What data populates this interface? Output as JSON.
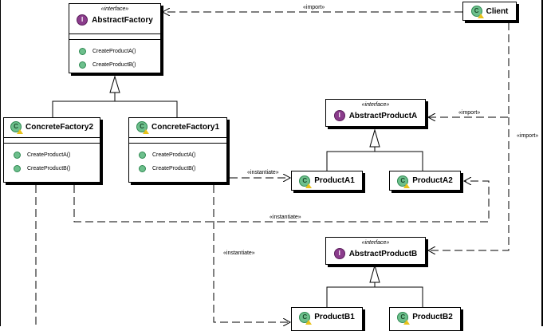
{
  "stereotype_interface": "«interface»",
  "classes": {
    "abstract_factory": {
      "name": "AbstractFactory",
      "badge": "I",
      "ops": [
        "CreateProductA()",
        "CreateProductB()"
      ]
    },
    "concrete_factory2": {
      "name": "ConcreteFactory2",
      "badge": "C",
      "ops": [
        "CreateProductA()",
        "CreateProductB()"
      ]
    },
    "concrete_factory1": {
      "name": "ConcreteFactory1",
      "badge": "C",
      "ops": [
        "CreateProductA()",
        "CreateProductB()"
      ]
    },
    "client": {
      "name": "Client",
      "badge": "C"
    },
    "abstract_product_a": {
      "name": "AbstractProductA",
      "badge": "I"
    },
    "abstract_product_b": {
      "name": "AbstractProductB",
      "badge": "I"
    },
    "product_a1": {
      "name": "ProductA1",
      "badge": "C"
    },
    "product_a2": {
      "name": "ProductA2",
      "badge": "C"
    },
    "product_b1": {
      "name": "ProductB1",
      "badge": "C"
    },
    "product_b2": {
      "name": "ProductB2",
      "badge": "C"
    }
  },
  "labels": {
    "import_top": "«import»",
    "import_mid": "«import»",
    "import_right": "«import»",
    "instantiate_a1": "«instantiate»",
    "instantiate_a2": "«instantiate»",
    "instantiate_b1": "«instantiate»"
  },
  "colors": {
    "class_badge": "#6dbf8c",
    "interface_badge": "#8b3c8c",
    "warning": "#e8c21a"
  }
}
